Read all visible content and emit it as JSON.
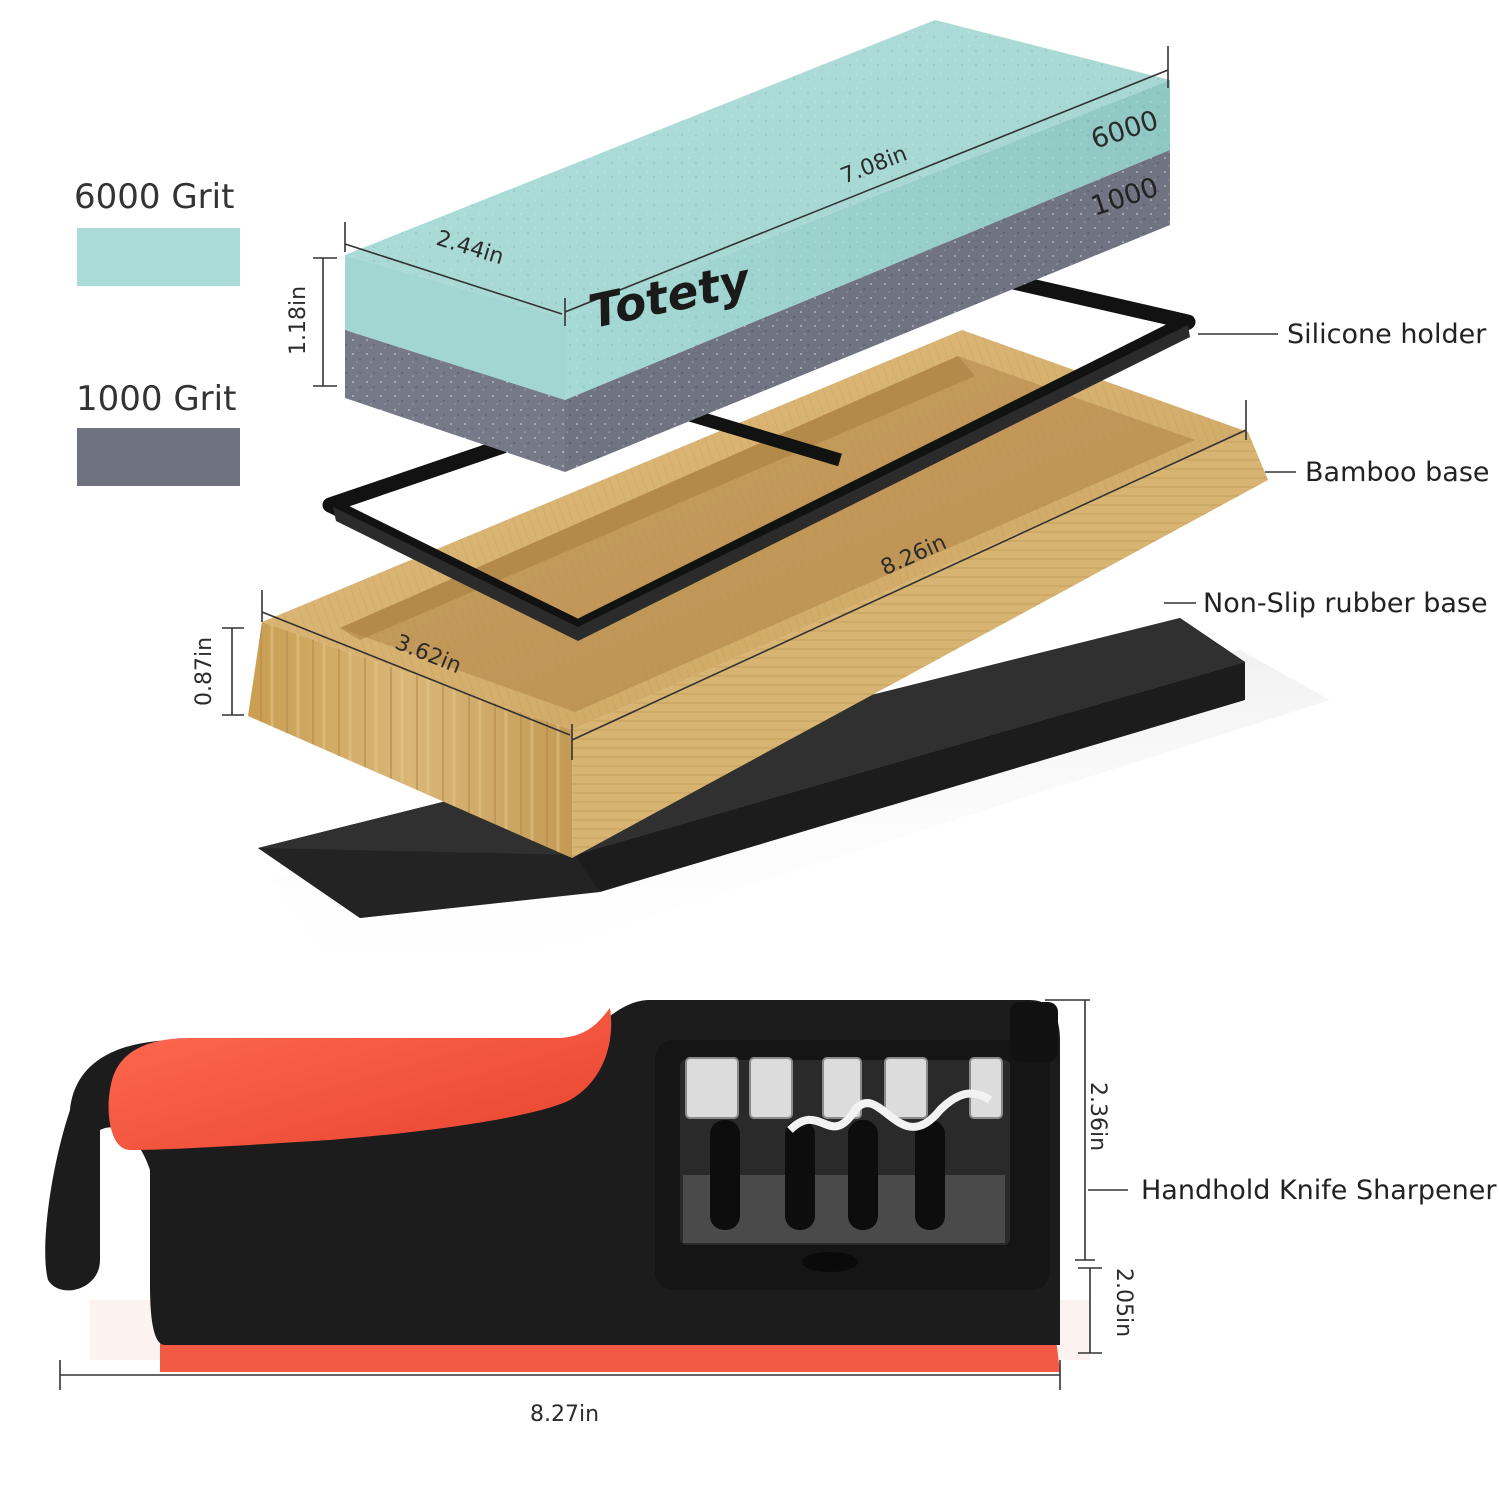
{
  "legend": {
    "items": [
      {
        "label": "6000 Grit",
        "color": "#a9dcd8"
      },
      {
        "label": "1000 Grit",
        "color": "#6d7180"
      }
    ]
  },
  "stone": {
    "brand": "Totety",
    "top_grit_label": "6000",
    "bottom_grit_label": "1000"
  },
  "parts": {
    "silicone_holder": "Silicone holder",
    "bamboo_base": "Bamboo base",
    "rubber_base": "Non-Slip rubber base",
    "knife_sharpener": "Handhold Knife Sharpener"
  },
  "dimensions": {
    "stone_length": "7.08in",
    "stone_width": "2.44in",
    "stone_height": "1.18in",
    "base_length": "8.26in",
    "base_width": "3.62in",
    "base_height": "0.87in",
    "sharpener_height": "2.36in",
    "sharpener_depth": "2.05in",
    "sharpener_length": "8.27in"
  },
  "colors": {
    "stone_top": "#a9dcd8",
    "stone_bottom": "#6d7180",
    "bamboo": "#d2ae6c",
    "rubber": "#2a2a2a",
    "handle_red": "#f2533f",
    "handle_black": "#1c1c1c"
  }
}
